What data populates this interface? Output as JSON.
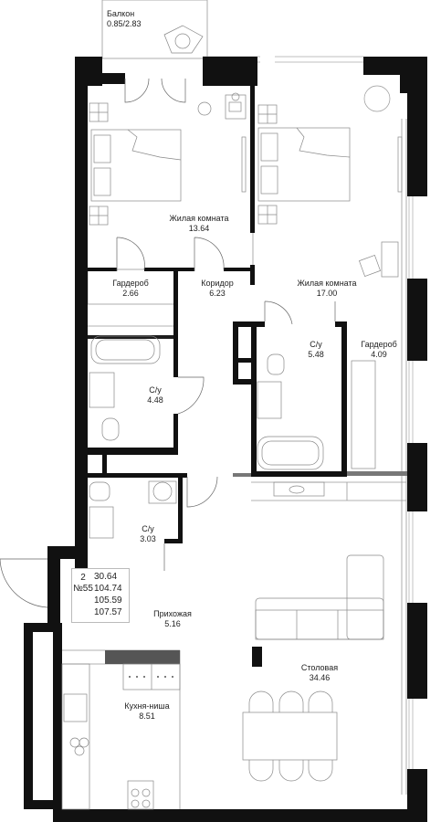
{
  "balcony": {
    "name": "Балкон",
    "dims": "0.85/2.83"
  },
  "rooms": [
    {
      "id": "bedroom1",
      "name": "Жилая комната",
      "area": "13.64"
    },
    {
      "id": "bedroom2",
      "name": "Жилая комната",
      "area": "17.00"
    },
    {
      "id": "wardrobe1",
      "name": "Гардероб",
      "area": "2.66"
    },
    {
      "id": "corridor",
      "name": "Коридор",
      "area": "6.23"
    },
    {
      "id": "wardrobe2",
      "name": "Гардероб",
      "area": "4.09"
    },
    {
      "id": "bath1",
      "name": "С/у",
      "area": "4.48"
    },
    {
      "id": "bath2",
      "name": "С/у",
      "area": "5.48"
    },
    {
      "id": "bath3",
      "name": "С/у",
      "area": "3.03"
    },
    {
      "id": "hall",
      "name": "Прихожая",
      "area": "5.16"
    },
    {
      "id": "dining",
      "name": "Столовая",
      "area": "34.46"
    },
    {
      "id": "kitchen",
      "name": "Кухня-ниша",
      "area": "8.51"
    }
  ],
  "apartment": {
    "rooms_count": "2",
    "number": "№55",
    "areas": [
      "30.64",
      "104.74",
      "105.59",
      "107.57"
    ]
  }
}
